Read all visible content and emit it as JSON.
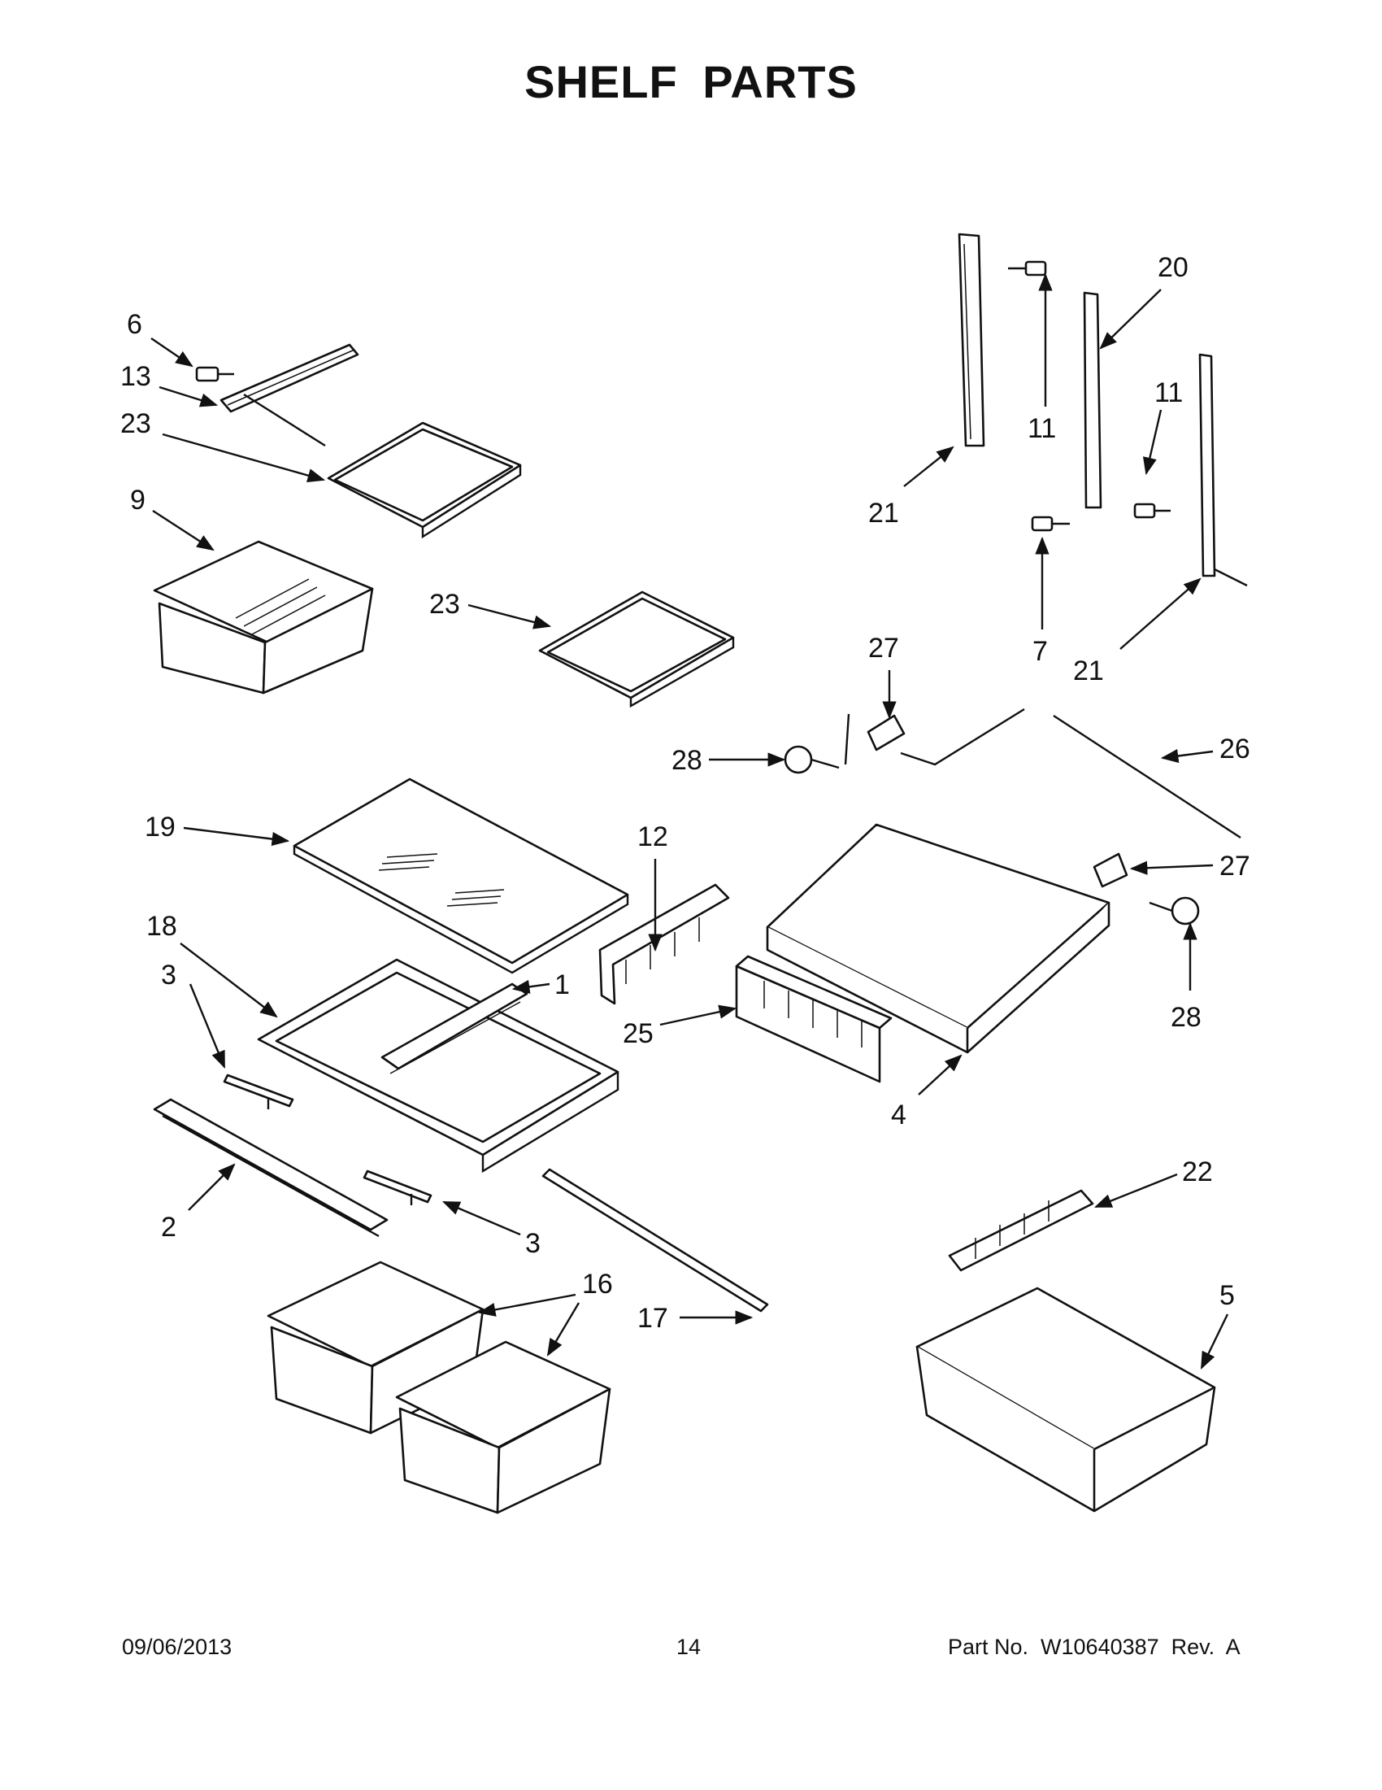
{
  "title": "SHELF PARTS",
  "callouts": [
    "6",
    "13",
    "23",
    "9",
    "23",
    "19",
    "18",
    "3",
    "1",
    "2",
    "3",
    "16",
    "17",
    "12",
    "25",
    "4",
    "27",
    "28",
    "26",
    "27",
    "28",
    "21",
    "11",
    "20",
    "11",
    "21",
    "7",
    "21",
    "22",
    "5"
  ],
  "footer": {
    "date": "09/06/2013",
    "page": "14",
    "part_no": "Part No.  W10640387  Rev.  A"
  }
}
